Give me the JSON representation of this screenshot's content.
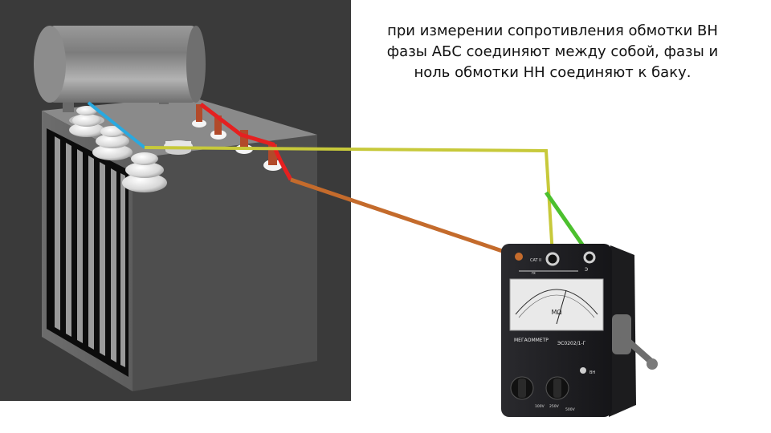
{
  "caption": {
    "lines": [
      "при измерении сопротивления обмотки  ВН",
      "фазы АБС соединяют между собой, фазы и",
      "ноль обмотки НН соединяют к баку."
    ]
  },
  "megger": {
    "brand": "МЕГАОММЕТР",
    "model": "ЭС0202/1-Г",
    "unit": "MΩ",
    "cat_label": "CAT II",
    "rx_label": "rx",
    "screen_label": "Э",
    "range_labels": [
      "100V",
      "250V",
      "500V"
    ],
    "hv_label": "ВН"
  },
  "colors": {
    "background": "#3a3a3a",
    "wire_hv_bridge": "#29a9e0",
    "wire_lv_bridge": "#e52020",
    "wire_line": "#c7c93a",
    "wire_earth": "#4cc02e",
    "wire_lv_to_meter": "#c46b2c"
  }
}
